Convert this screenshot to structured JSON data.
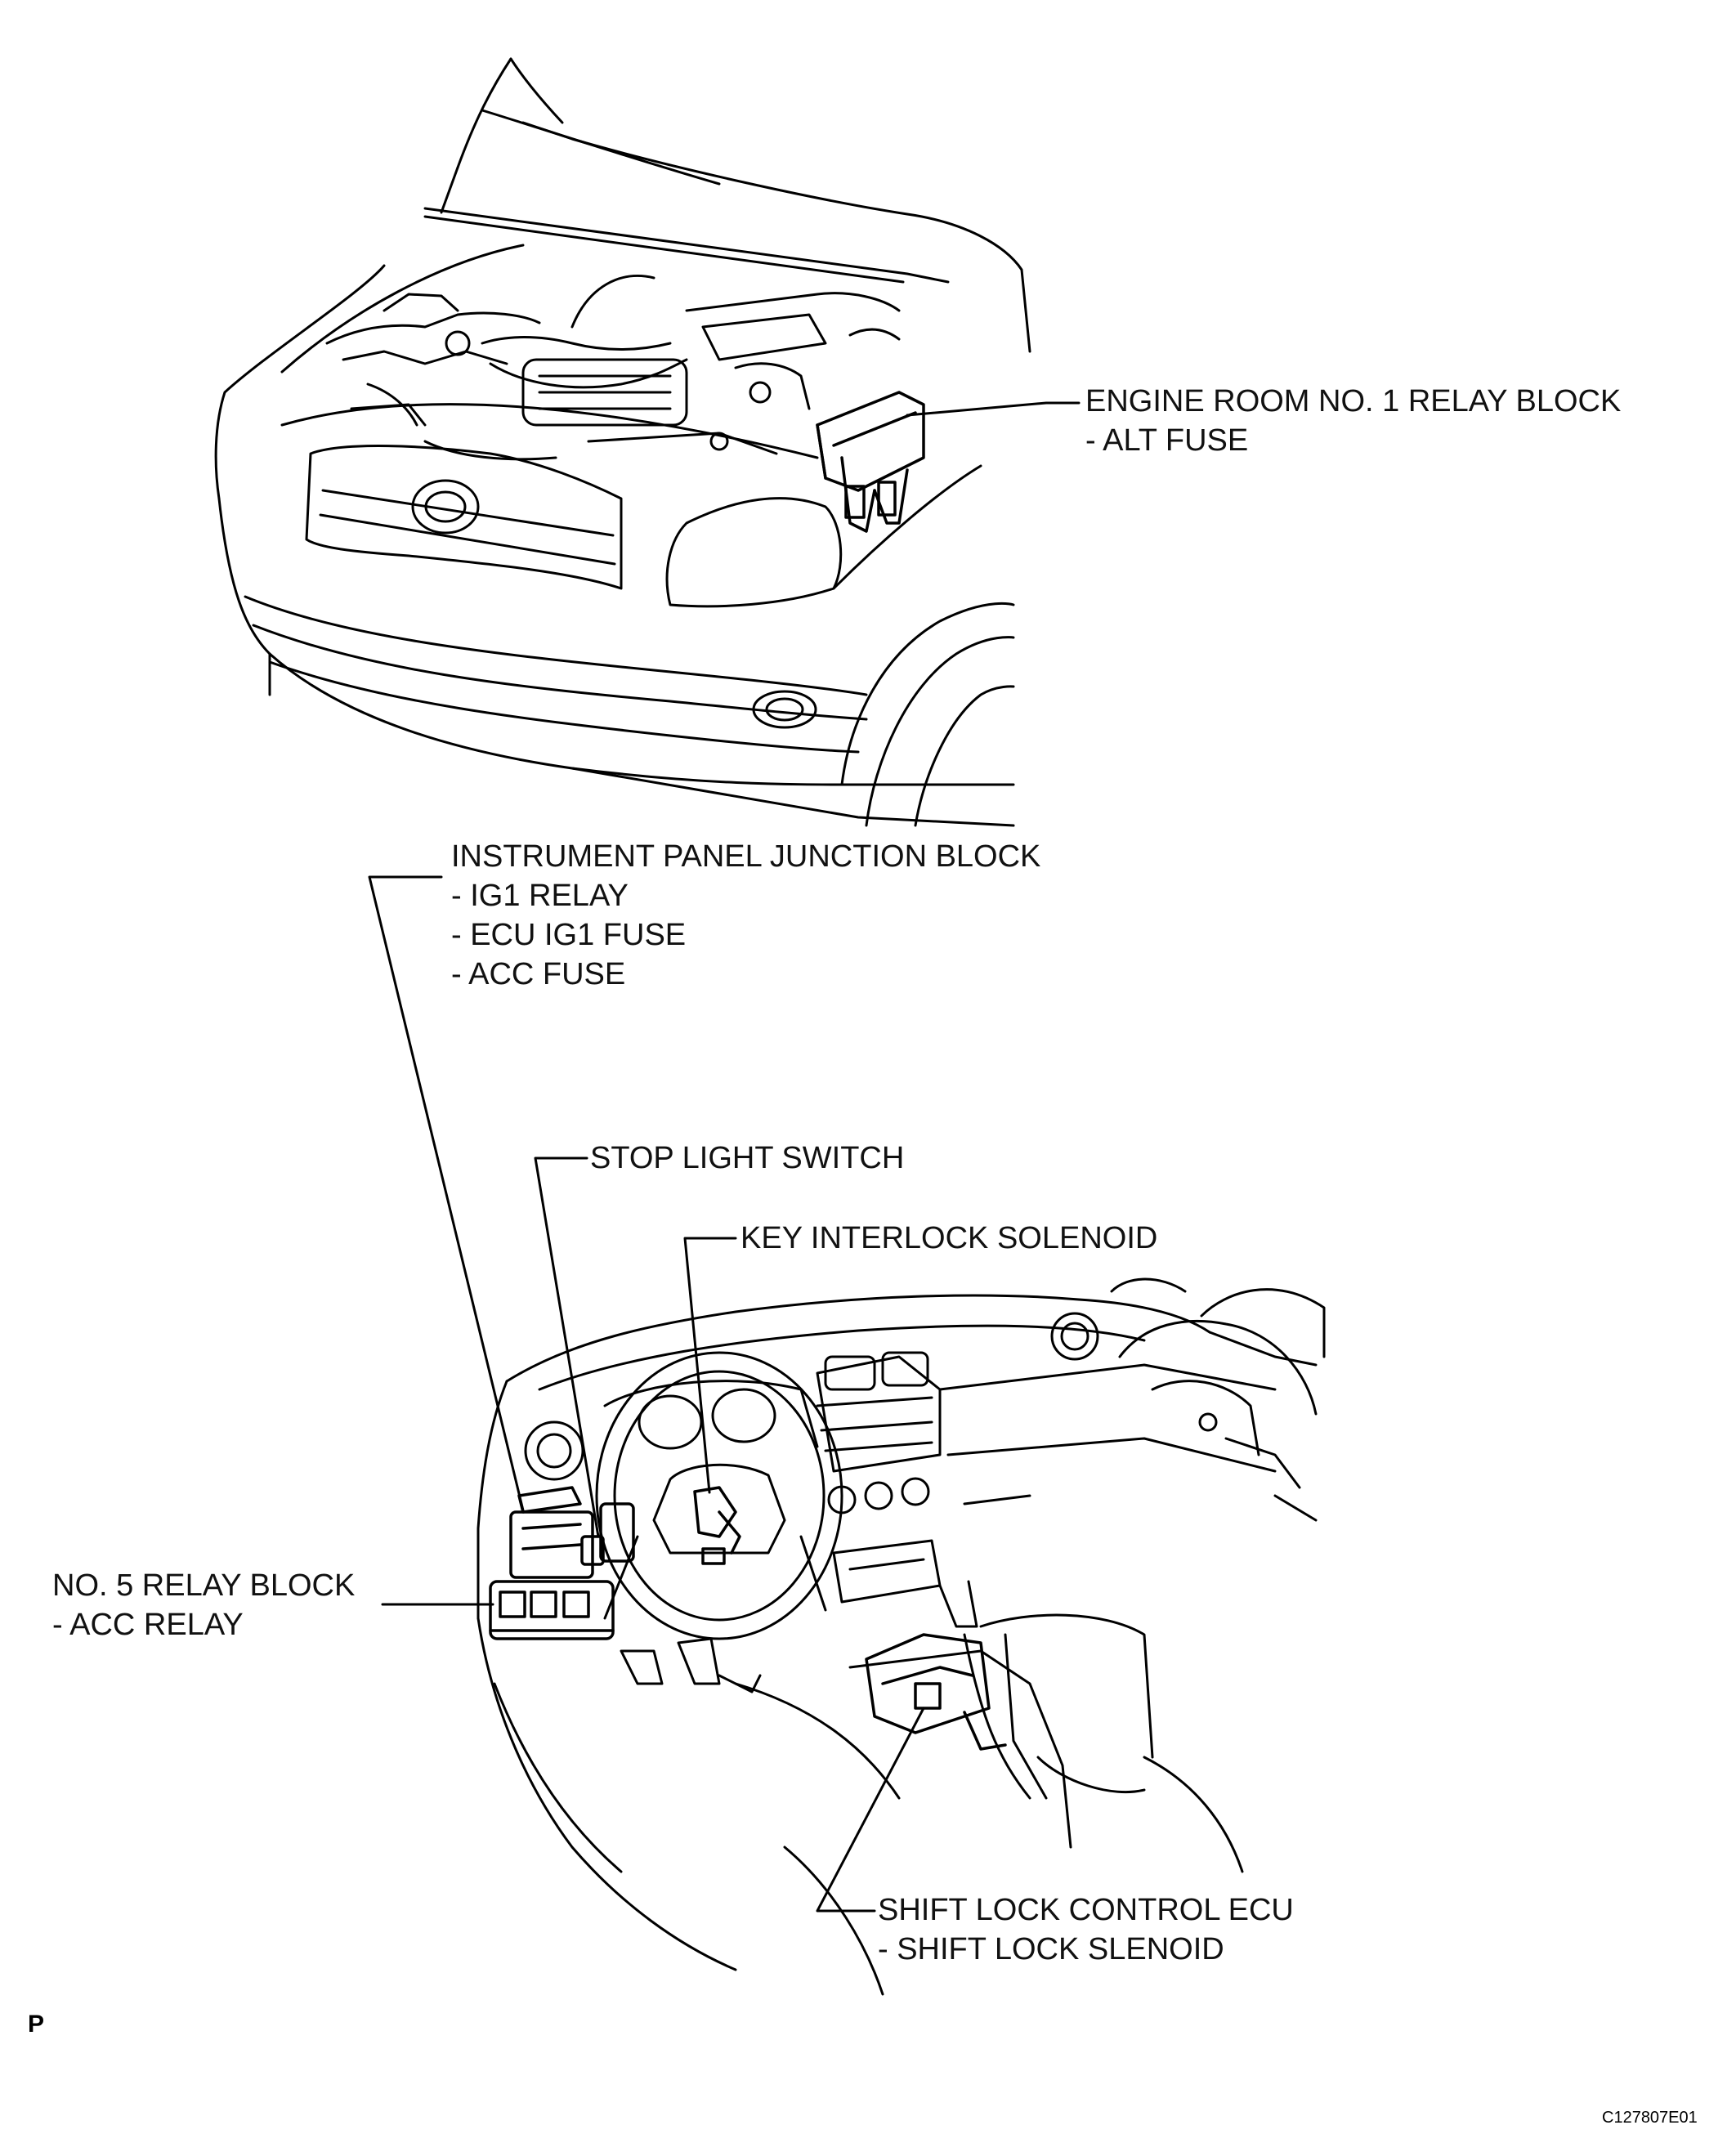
{
  "callouts": {
    "engine_room": {
      "title": "ENGINE ROOM NO. 1 RELAY BLOCK",
      "items": [
        "- ALT FUSE"
      ]
    },
    "instrument_panel": {
      "title": "INSTRUMENT PANEL JUNCTION BLOCK",
      "items": [
        "- IG1 RELAY",
        "- ECU IG1 FUSE",
        "- ACC FUSE"
      ]
    },
    "stop_light": {
      "title": "STOP LIGHT SWITCH"
    },
    "key_interlock": {
      "title": "KEY INTERLOCK SOLENOID"
    },
    "relay_block_5": {
      "title": "NO. 5 RELAY BLOCK",
      "items": [
        "- ACC RELAY"
      ]
    },
    "shift_lock": {
      "title": "SHIFT LOCK CONTROL ECU",
      "items": [
        "- SHIFT LOCK SLENOID"
      ]
    }
  },
  "page_marker": "P",
  "figure_code": "C127807E01"
}
